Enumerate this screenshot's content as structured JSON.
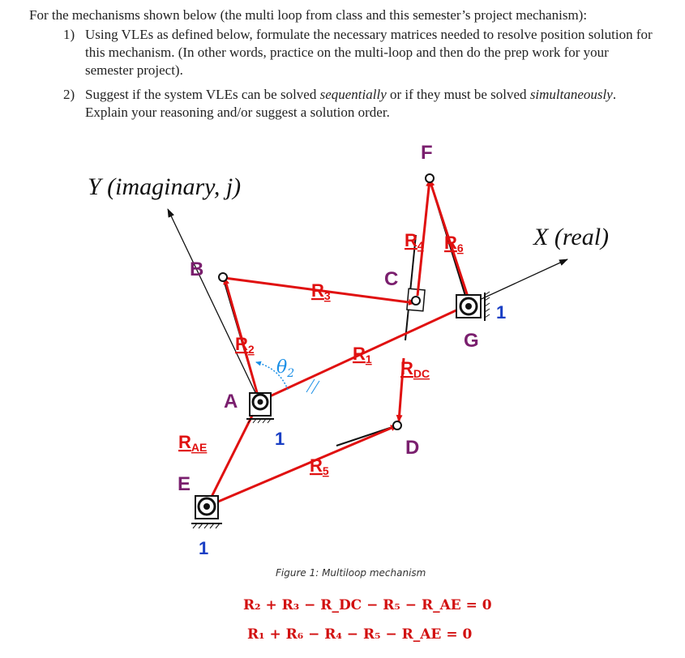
{
  "intro": "For the mechanisms shown below (the multi loop from class and this semester’s project mechanism):",
  "questions": [
    {
      "num": "1)",
      "text": "Using VLEs as defined below, formulate the necessary matrices needed to resolve position solution for this mechanism. (In other words, practice on the multi-loop and then do the prep work for your semester project)."
    },
    {
      "num": "2)",
      "text_a": "Suggest if the system VLEs can be solved ",
      "em1": "sequentially",
      "text_b": " or if they must be solved ",
      "em2": "simultaneously",
      "text_c": ". Explain your reasoning and/or suggest a solution order."
    }
  ],
  "figure": {
    "axis_y": "Y (imaginary, j)",
    "axis_x": "X (real)",
    "points": {
      "A": "A",
      "B": "B",
      "C": "C",
      "D": "D",
      "E": "E",
      "F": "F",
      "G": "G"
    },
    "ground_label": "1",
    "vectors": {
      "R1": "R",
      "R1_sub": "1",
      "R2": "R",
      "R2_sub": "2",
      "R3": "R",
      "R3_sub": "3",
      "R4": "R",
      "R4_sub": "4",
      "R5": "R",
      "R5_sub": "5",
      "R6": "R",
      "R6_sub": "6",
      "RDC": "R",
      "RDC_sub": "DC",
      "RAE": "R",
      "RAE_sub": "AE"
    },
    "theta": "θ",
    "theta_sub": "2",
    "caption": "Figure 1: Multiloop mechanism",
    "colors": {
      "vector": "#e01010",
      "label_point": "#7a1f6e",
      "ground": "#1a3fc4",
      "angle": "#1a8fe6"
    }
  },
  "equations": [
    "R₂ + R₃ − R_DC − R₅ − R_AE = 0",
    "R₁ + R₆ − R₄ − R₅ − R_AE = 0"
  ]
}
